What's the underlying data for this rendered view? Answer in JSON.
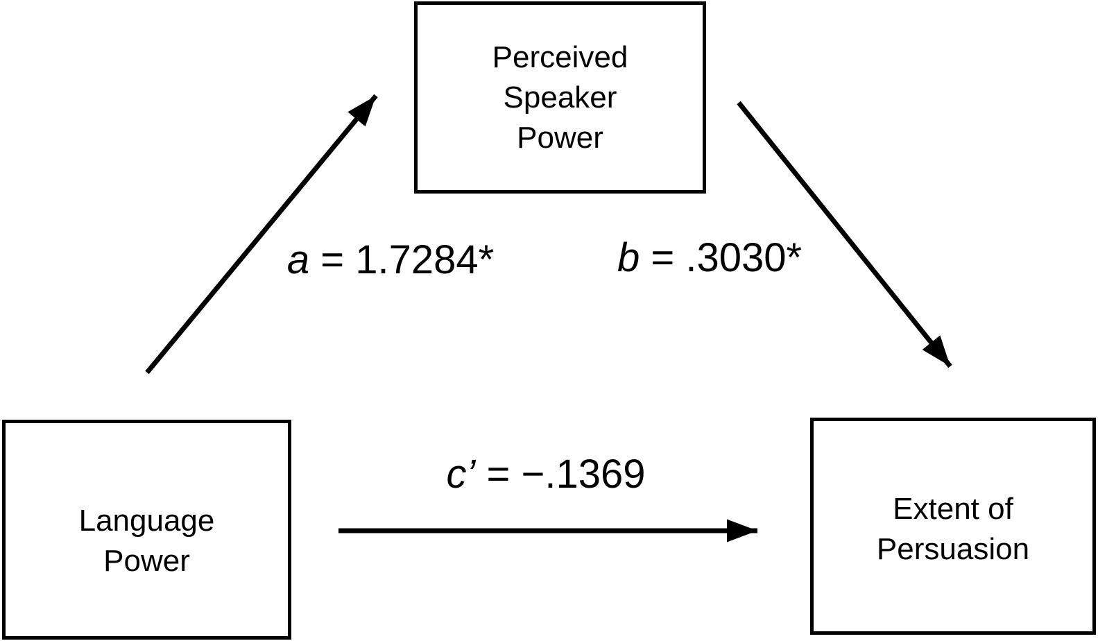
{
  "figure": {
    "type": "mediation-path-diagram",
    "background_color": "#ffffff",
    "ink_color": "#000000"
  },
  "nodes": {
    "mediator": {
      "label": "Perceived\nSpeaker\nPower"
    },
    "predictor": {
      "label": "Language\nPower"
    },
    "outcome": {
      "label": "Extent of\nPersuasion"
    }
  },
  "paths": {
    "a": {
      "variable": "a",
      "rest": " = 1.7284*",
      "coefficient": "1.7284",
      "significance_marker": "*"
    },
    "b": {
      "variable": "b",
      "rest": " = .3030*",
      "coefficient": ".3030",
      "significance_marker": "*"
    },
    "c_prime": {
      "variable": "c’",
      "rest": " = −.1369",
      "coefficient": "−.1369",
      "significance_marker": ""
    }
  }
}
